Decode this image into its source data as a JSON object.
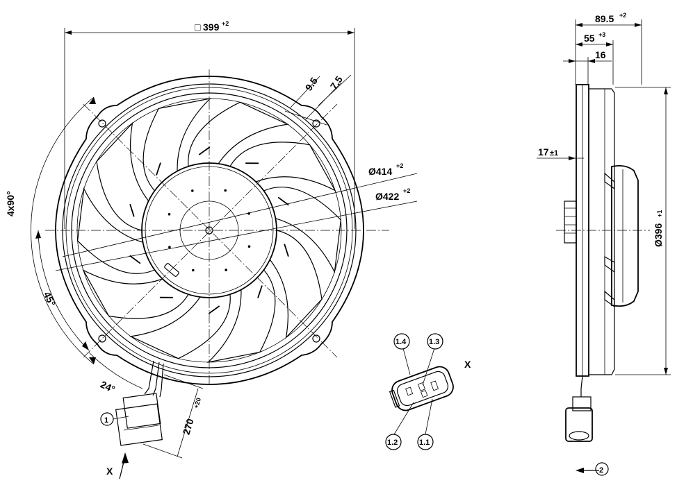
{
  "dimensions": {
    "square": {
      "symbol": "□",
      "value": "399",
      "tol": "+2"
    },
    "d414": {
      "value": "Ø414",
      "tol": "+2"
    },
    "d422": {
      "value": "Ø422",
      "tol": "+2"
    },
    "hole_9_5": "9.5",
    "hole_7_5": "7.5",
    "angle_4x90": "4x90°",
    "angle_45": "45°",
    "angle_24": "24°",
    "cable_270": {
      "value": "270",
      "tol": "+20"
    },
    "depth_89_5": {
      "value": "89.5",
      "tol": "+2"
    },
    "depth_55": {
      "value": "55",
      "tol": "+3"
    },
    "depth_16": "16",
    "depth_17": {
      "value": "17",
      "tol": "±1"
    },
    "d396": {
      "value": "Ø396",
      "tol": "+1"
    }
  },
  "callouts": {
    "item_1": "1",
    "item_2": "2",
    "pin_1_1": "1.1",
    "pin_1_2": "1.2",
    "pin_1_3": "1.3",
    "pin_1_4": "1.4",
    "view_x": "X",
    "view_x_arrow": "X"
  },
  "colors": {
    "line": "#000000",
    "background": "#ffffff"
  },
  "fan": {
    "blade_count": 10
  }
}
